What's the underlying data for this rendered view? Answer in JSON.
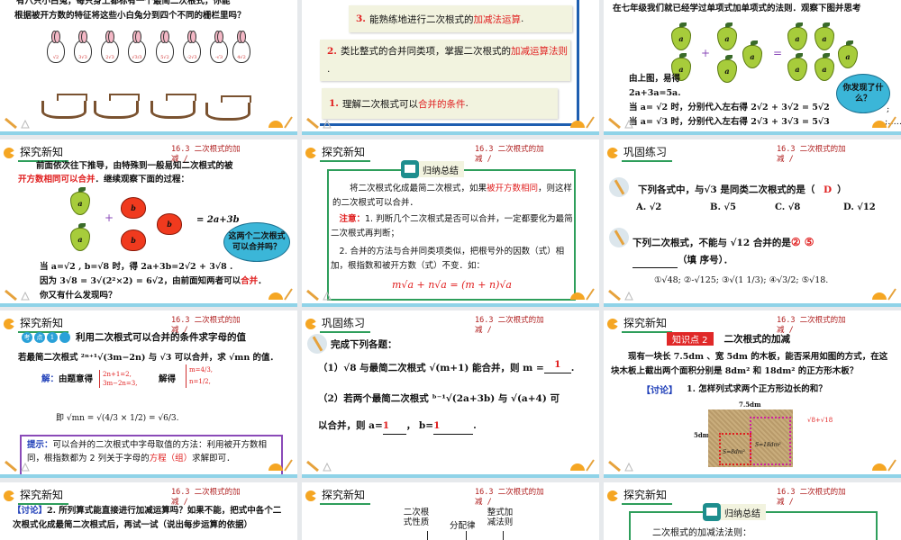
{
  "topic": "16.3  二次根式的加减 /",
  "slides": {
    "s1": {
      "line1": "有八只小白兔，每只身上都标有一个最简二次根式，你能",
      "line2": "根据被开方数的特征将这些小白兔分到四个不同的栅栏里吗？",
      "bunnies": [
        "√2",
        "3√3",
        "2√3",
        "√3/3",
        "5√2",
        "-2√3",
        "-√3",
        "4√2"
      ],
      "fences": 4
    },
    "s2": {
      "step3_num": "3.",
      "step3_text": "能熟练地进行二次根式的",
      "step3_red": "加减法运算",
      "step3_end": ".",
      "step2_num": "2.",
      "step2_text": "类比整式的合并同类项，掌握二次根式的",
      "step2_red": "加减运算法则",
      "step2_end": ".",
      "step1_num": "1.",
      "step1_text": "理解二次根式可以",
      "step1_red": "合并的条件",
      "step1_end": "."
    },
    "s3": {
      "intro": "在七年级我们就已经学过单项式加单项式的法则．观察下图并思考",
      "plus": "+",
      "equals": "=",
      "pear_label": "a",
      "note1": "由上图，易得",
      "eq": "2a+3a=5a.",
      "case1": "当 a= √2  时，分别代入左右得 2√2 + 3√2 = 5√2",
      "case2": "当 a= √3  时，分别代入左右得 2√3 + 3√3 = 5√3",
      "semi": ";",
      "ellipsis": ";……",
      "cloud": "你发现了什么？"
    },
    "s4": {
      "header": "探究新知",
      "line1": "前面依次往下推导，由特殊到一般易知二次根式的被",
      "red": "开方数相同可以合并",
      "line2": "．继续观察下面的过程：",
      "pear_label": "a",
      "apple_label": "b",
      "plus": "+",
      "result": "= 2a+3b",
      "cloud": "这两个二次根式可以合并吗？",
      "case": "当 a=√2 , b=√8   时，得 2a+3b=2√2 + 3√8   .",
      "because": "因为 3√8 = 3√(2²×2) = 6√2，由前面知两者可以",
      "because_red": "合并",
      "because_end": "．",
      "question": "你又有什么发现吗？"
    },
    "s5": {
      "header": "探究新知",
      "badge": "归纳总结",
      "p1a": "将二次根式化成最简二次根式，如果",
      "p1red": "被开方数相同",
      "p1b": "，则这样的二次根式可以合并．",
      "note_label": "注意：",
      "note1": "1. 判断几个二次根式是否可以合并，一定都要化为最简二次根式再判断；",
      "note2": "2. 合并的方法与合并同类项类似，把根号外的因数（式）相加，根指数和被开方数（式）不变．如：",
      "formula": "m√a + n√a = (m + n)√a"
    },
    "s6": {
      "header": "巩固练习",
      "q1": "下列各式中，与√3 是同类二次根式的是（",
      "q1_answer": "D",
      "q1_end": "）",
      "options": [
        "A. √2",
        "B. √5",
        "C. √8",
        "D. √12"
      ],
      "q2": "下列二次根式，不能与 √12   合并的是",
      "q2_answer": "② ⑤",
      "q2_blank": "（填 序号）．",
      "q2_items": "①√48; ②-√125;  ③√(1 1/3);  ④√3/2; ⑤√18."
    },
    "s7": {
      "header": "探究新知",
      "kaodian": [
        "考",
        "点",
        "1"
      ],
      "title": "利用二次根式可以合并的条件求字母的值",
      "problem": "若最简二次根式 ²ⁿ⁺¹√(3m−2n) 与 √3 可以合并，求 √mn 的值．",
      "sol_label": "解：",
      "sol1": "由题意得",
      "sys1": [
        "2n+1=2,",
        "3m−2n=3,"
      ],
      "sol2": "解得",
      "sys2": [
        "m=4/3,",
        "n=1/2,"
      ],
      "sol3": "即  √mn = √(4/3 × 1/2) = √6/3.",
      "tip_label": "提示：",
      "tip": "可以合并的二次根式中字母取值的方法：利用被开方数相同，根指数都为 2 列关于字母的",
      "tip_red": "方程（组）",
      "tip_end": "求解即可．"
    },
    "s8": {
      "header": "巩固练习",
      "title": "完成下列各题：",
      "q1": "（1）√8  与最简二次根式 √(m+1)  能合并，则 m =",
      "q1_answer": "1",
      "q2a": "（2）若两个最简二次根式 ᵇ⁻¹√(2a+3b)  与 √(a+4)   可",
      "q2b": "以合并，则 a=",
      "a_answer": "1",
      "b_label": "，  b=",
      "b_answer": "1",
      "end": "."
    },
    "s9": {
      "header": "探究新知",
      "kp_label": "知识点  2",
      "kp_title": "二次根式的加减",
      "p1": "现有一块长 7.5dm 、宽 5dm 的木板，能否采用如图的方式，在这块木板上截出两个面积分别是 8dm² 和 18dm² 的正方形木板？",
      "discuss": "【讨论】",
      "discuss_q": "1. 怎样列式求两个正方形边长的和？",
      "dim_w": "7.5dm",
      "dim_h": "5dm",
      "area1": "S=8dm²",
      "area2": "S=18dm²",
      "answer": "√8+√18"
    },
    "s10": {
      "header": "探究新知",
      "discuss": "【讨论】",
      "text": "2. 所列算式能直接进行加减运算吗？如果不能，把式中各个二次根式化成最简二次根式后，再试一试（说出每步运算的依据）"
    },
    "s11": {
      "header": "探究新知",
      "labels": [
        "二次根式性质",
        "分配律",
        "整式加减法则"
      ]
    },
    "s12": {
      "header": "探究新知",
      "badge": "归纳总结",
      "text": "二次根式的加减法法则："
    }
  },
  "colors": {
    "accent_red": "#e02020",
    "header_green": "#2e9e5b",
    "bar_blue": "#8fd3e8",
    "step_border": "#1e5eb0",
    "cloud": "#3bb6d8",
    "orange": "#f5a623"
  }
}
